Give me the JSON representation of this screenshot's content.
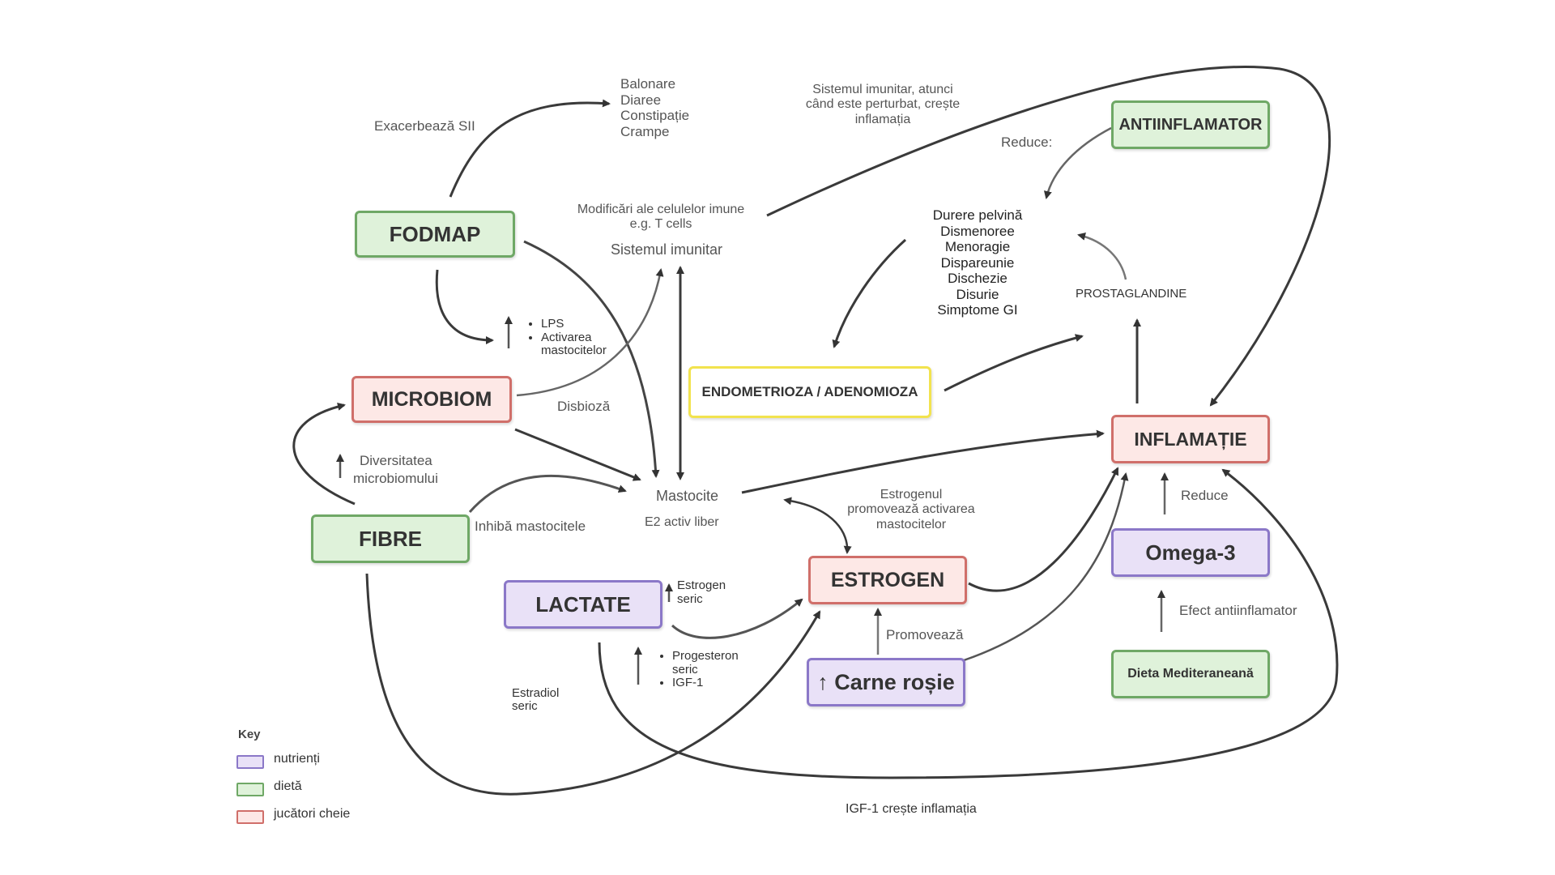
{
  "colors": {
    "nutrient_fill": "#e9e1f7",
    "nutrient_border": "#8b78c8",
    "diet_fill": "#dff2da",
    "diet_border": "#6fa866",
    "key_fill": "#fde8e6",
    "key_border": "#d06f6a",
    "endo_fill": "#ffffff",
    "endo_border": "#f2e34e",
    "arrow": "#333333"
  },
  "nodes": {
    "fodmap": "FODMAP",
    "microbiom": "MICROBIOM",
    "fibre": "FIBRE",
    "lactate": "LACTATE",
    "estrogen": "ESTROGEN",
    "carne_rosie": "↑ Carne roșie",
    "endometrioza": "ENDOMETRIOZA / ADENOMIOZA",
    "antiinflamator": "ANTIINFLAMATOR",
    "inflamatie": "INFLAMAȚIE",
    "omega3": "Omega-3",
    "dieta_med": "Dieta Mediteraneană"
  },
  "labels": {
    "symptoms_gi": [
      "Balonare",
      "Diaree",
      "Constipație",
      "Crampe"
    ],
    "exacerbeaza": "Exacerbează SII",
    "sistem_perturbat": [
      "Sistemul imunitar, atunci",
      "când este perturbat, crește",
      "inflamația"
    ],
    "reduce_top": "Reduce:",
    "modificari": [
      "Modificări ale celulelor imune",
      "e.g. T cells"
    ],
    "sistemul_imunitar": "Sistemul imunitar",
    "pain_symptoms": [
      "Durere pelvină",
      "Dismenoree",
      "Menoragie",
      "Dispareunie",
      "Dischezie",
      "Disurie",
      "Simptome GI"
    ],
    "prostaglandine": "PROSTAGLANDINE",
    "lps_list": [
      "LPS",
      "Activarea mastocitelor"
    ],
    "disbioza": "Disbioză",
    "diversitatea": [
      "Diversitatea",
      "microbiomului"
    ],
    "inhiba": "Inhibă mastocitele",
    "mastocite": "Mastocite",
    "e2_liber": "E2 activ liber",
    "estrogenul_promoveaza": [
      "Estrogenul",
      "promovează activarea",
      "mastocitelor"
    ],
    "reduce_omega": "Reduce",
    "estrogen_seric": [
      "Estrogen",
      "seric"
    ],
    "progesteron_list": [
      "Progesteron seric",
      "IGF-1"
    ],
    "promoveaza": "Promovează",
    "efect_antiinflamator": "Efect antiinflamator",
    "estradiol_seric": [
      "Estradiol",
      "seric"
    ],
    "igf_inflamatia": "IGF-1 crește inflamația",
    "up_arrow": "↑"
  },
  "key": {
    "title": "Key",
    "items": [
      {
        "label": "nutrienți"
      },
      {
        "label": "dietă"
      },
      {
        "label": "jucători cheie"
      }
    ]
  }
}
